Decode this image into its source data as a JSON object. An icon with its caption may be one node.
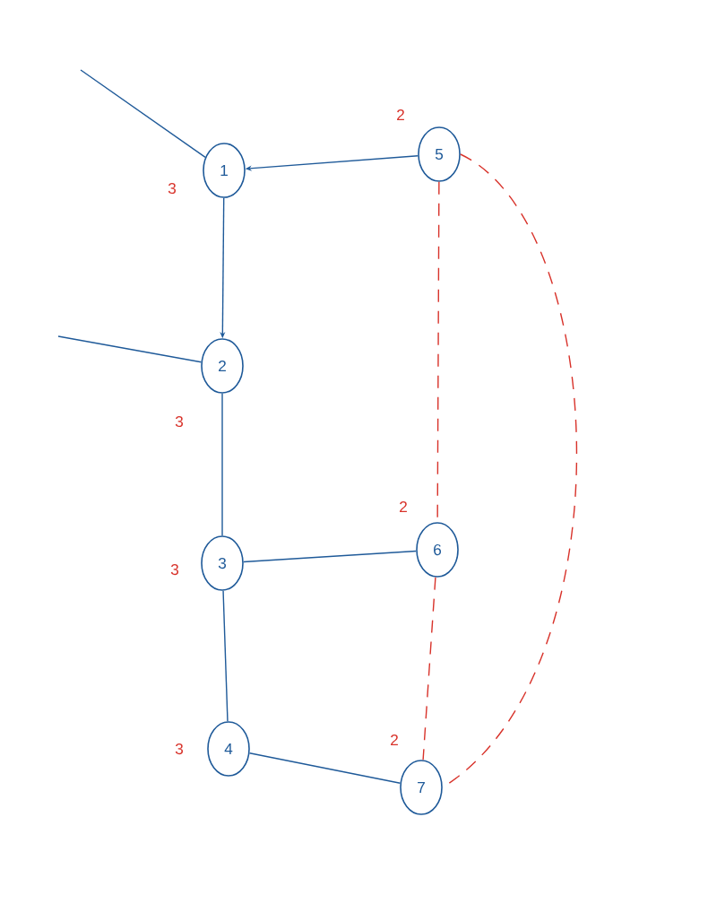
{
  "diagram": {
    "nodes": [
      {
        "text": [
          "1"
        ],
        "beside": [
          "3"
        ]
      },
      {
        "text": [
          "2"
        ],
        "beside": [
          "3"
        ]
      },
      {
        "text": [
          "3"
        ],
        "beside": [
          "3"
        ]
      },
      {
        "text": [
          "4"
        ],
        "beside": [
          "3"
        ]
      },
      {
        "text": [
          "5"
        ],
        "beside": [
          "2"
        ]
      },
      {
        "text": [
          "6"
        ],
        "beside": [
          "2"
        ]
      },
      {
        "text": [
          "7"
        ],
        "beside": [
          "2"
        ]
      }
    ],
    "edges": [
      {
        "from": null,
        "to": 0,
        "arrow": "none"
      },
      {
        "from": 4,
        "to": 0,
        "arrow": "to"
      },
      {
        "from": 0,
        "to": 1,
        "arrow": "to"
      },
      {
        "from": null,
        "to": 1,
        "arrow": "none"
      },
      {
        "from": 1,
        "to": 2,
        "arrow": "none"
      },
      {
        "from": 5,
        "to": 2,
        "arrow": "none"
      },
      {
        "from": 2,
        "to": 3,
        "arrow": "none"
      },
      {
        "from": 3,
        "to": 6,
        "arrow": "none"
      },
      {
        "from": 4,
        "to": 5,
        "arrow": "none",
        "style": "dashed",
        "color": "#d8322a"
      },
      {
        "from": 5,
        "to": 6,
        "arrow": "none",
        "style": "dashed",
        "color": "#d8322a"
      },
      {
        "from": 4,
        "to": 6,
        "arrow": "none",
        "style": "dashed",
        "color": "#d8322a"
      }
    ]
  }
}
